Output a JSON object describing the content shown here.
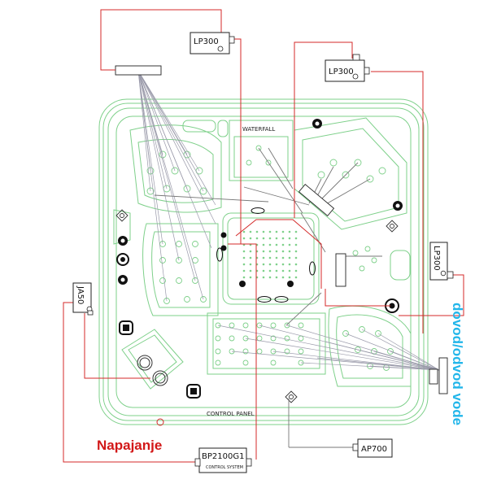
{
  "labels": {
    "lp300_top": "LP300",
    "lp300_right": "LP300",
    "lp300_side": "LP300",
    "ja50": "JA50",
    "ap700": "AP700",
    "bp2100": "BP2100G1",
    "control_system": "CONTROL SYSTEM",
    "waterfall": "WATERFALL",
    "control_panel": "CONTROL PANEL",
    "napajanje": "Napajanje",
    "dovod": "dovod/odvod vode"
  },
  "colors": {
    "tub": "#7ed08a",
    "wire": "#d42a2a",
    "pipe": "#9a9aaa",
    "power_text": "#d21818",
    "water_text": "#22b6ea"
  }
}
